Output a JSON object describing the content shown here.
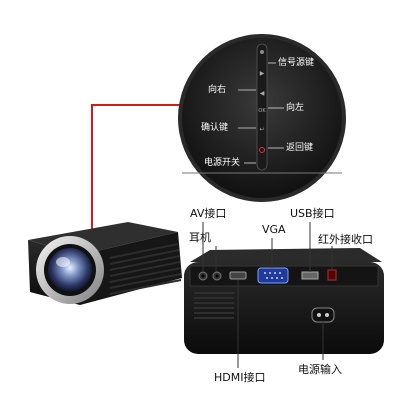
{
  "panel": {
    "labels": {
      "source": "信号源键",
      "right": "向右",
      "left": "向左",
      "confirm": "确认键",
      "back": "返回键",
      "power": "电源开关"
    }
  },
  "ports": {
    "av": "AV接口",
    "earphone": "耳机",
    "vga": "VGA",
    "usb": "USB接口",
    "ir": "红外接收口",
    "hdmi": "HDMI接口",
    "power_in": "电源输入"
  },
  "colors": {
    "callout_red": "#d21c1c",
    "body_dark": "#1b1b1b"
  }
}
